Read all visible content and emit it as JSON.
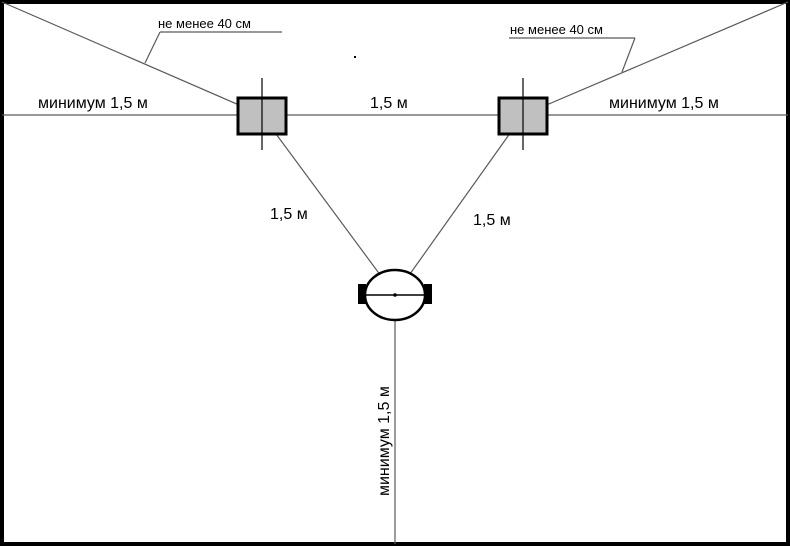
{
  "labels": {
    "left_wall_gap": "не менее 40 см",
    "right_wall_gap": "не менее 40 см",
    "left_side_min": "минимум 1,5 м",
    "speaker_spacing": "1,5 м",
    "right_side_min": "минимум 1,5 м",
    "left_listener_distance": "1,5 м",
    "right_listener_distance": "1,5 м",
    "back_wall_min": "минимум 1,5 м"
  },
  "colors": {
    "frame": "#000000",
    "line": "#5a5a5a",
    "speaker_fill": "#c0c0c0",
    "speaker_stroke": "#000000",
    "listener_fill": "#ffffff"
  }
}
